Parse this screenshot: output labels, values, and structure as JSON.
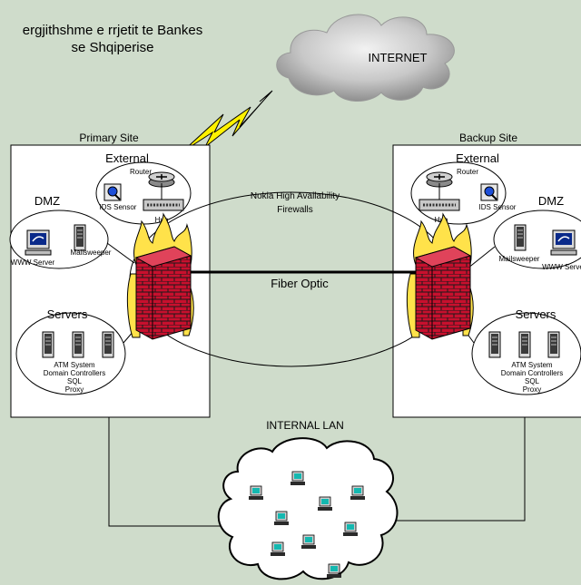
{
  "title": {
    "line1": "ergjithshme e rrjetit te Bankes",
    "line2": "se Shqiperise"
  },
  "internet_label": "INTERNET",
  "primary": {
    "label": "Primary Site",
    "external": "External",
    "router": "Router",
    "ids": "IDS Sensor",
    "hub": "Hub",
    "dmz": "DMZ",
    "mailsweeper": "Mailsweeper",
    "www": "WWW Server",
    "servers": "Servers",
    "server_lines": [
      "ATM System",
      "Domain Controllers",
      "SQL",
      "Proxy"
    ]
  },
  "backup": {
    "label": "Backup Site",
    "external": "External",
    "router": "Router",
    "ids": "IDS Sensor",
    "hub": "Hub",
    "dmz": "DMZ",
    "mailsweeper": "Mailsweeper",
    "www": "WWW Serve",
    "servers": "Servers",
    "server_lines": [
      "ATM System",
      "Domain Controllers",
      "SQL",
      "Proxy"
    ]
  },
  "firewalls_label_1": "Nokia High Availability",
  "firewalls_label_2": "Firewalls",
  "fiber_label": "Fiber Optic",
  "internal_lan_label": "INTERNAL LAN",
  "colors": {
    "background": "#cfdccb",
    "site_box": "#ffffff",
    "brick": "#c8102e",
    "flame": "#ffe24a",
    "lightning": "#fff200",
    "monitor_screen": "#0a2a8a",
    "lan_pc_screen": "#14b8b0"
  }
}
